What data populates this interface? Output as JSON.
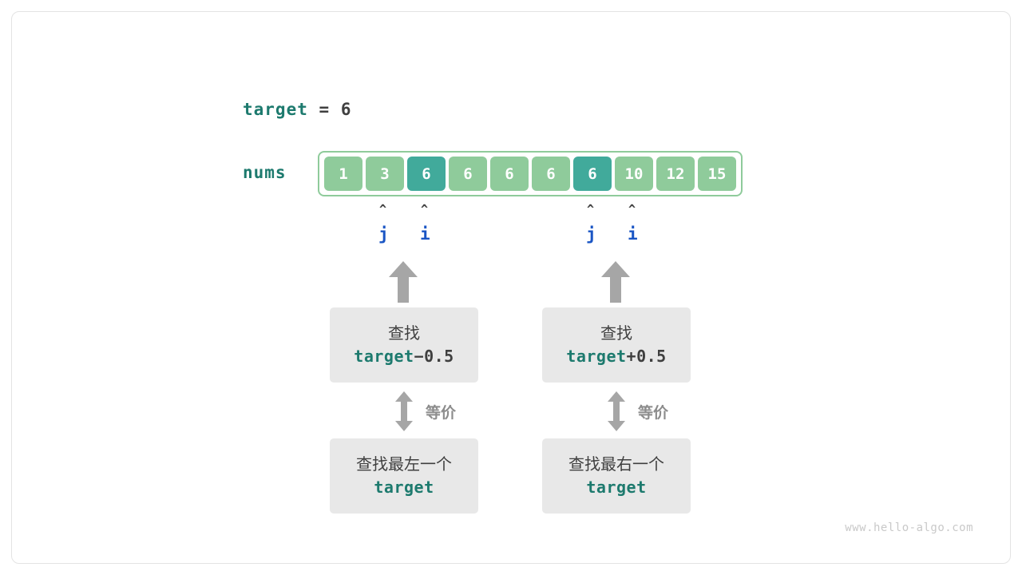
{
  "diagram": {
    "target_line": {
      "keyword": "target",
      "equals": "=",
      "value": "6"
    },
    "nums_label": "nums",
    "array": {
      "values": [
        "1",
        "3",
        "6",
        "6",
        "6",
        "6",
        "6",
        "10",
        "12",
        "15"
      ],
      "highlighted_indices": [
        2,
        6
      ],
      "normal_color": "#8fcb9b",
      "highlight_color": "#41aa9b",
      "border_color": "#8fcb9b"
    },
    "pointers": [
      {
        "caret": "^",
        "label": "j",
        "index": 1
      },
      {
        "caret": "^",
        "label": "i",
        "index": 2
      },
      {
        "caret": "^",
        "label": "j",
        "index": 6
      },
      {
        "caret": "^",
        "label": "i",
        "index": 7
      }
    ],
    "pointer_color": "#1a55c4",
    "groups": [
      {
        "top_box": {
          "line1": "查找",
          "term": "target",
          "op": "−",
          "operand": "0.5"
        },
        "equivalence_label": "等价",
        "bottom_box": {
          "line1": "查找最左一个",
          "line2": "target"
        }
      },
      {
        "top_box": {
          "line1": "查找",
          "term": "target",
          "op": "+",
          "operand": "0.5"
        },
        "equivalence_label": "等价",
        "bottom_box": {
          "line1": "查找最右一个",
          "line2": "target"
        }
      }
    ],
    "watermark": "www.hello-algo.com"
  }
}
